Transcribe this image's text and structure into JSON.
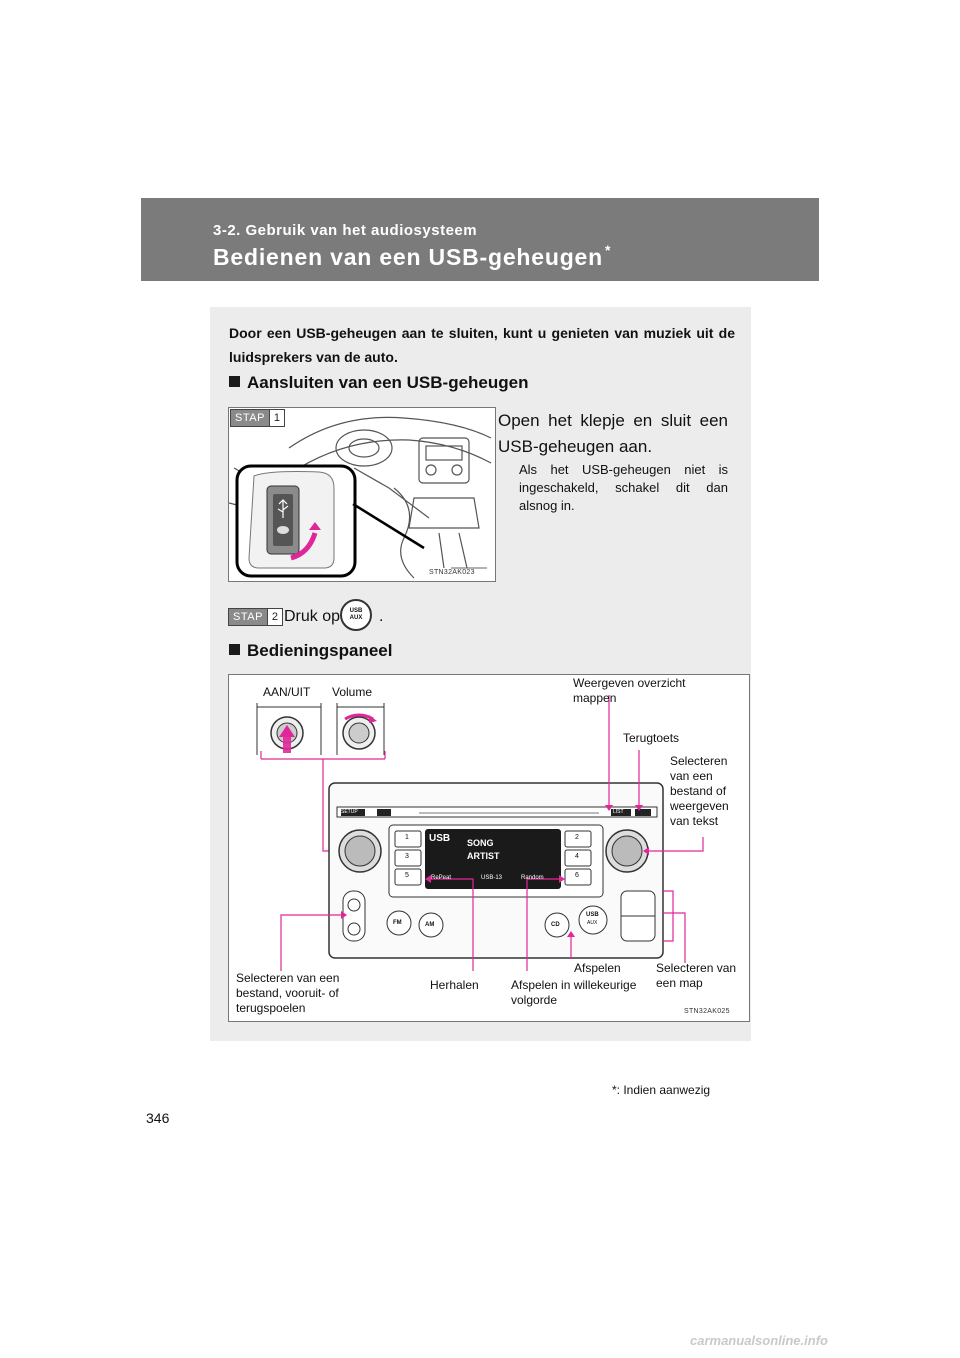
{
  "header": {
    "section": "3-2. Gebruik van het audiosysteem",
    "title": "Bedienen van een USB-geheugen",
    "title_mark": "*"
  },
  "intro": "Door een USB-geheugen aan te sluiten, kunt u genieten van muziek uit de luidsprekers van de auto.",
  "heading_connect": "Aansluiten van een USB-geheugen",
  "step1": {
    "badge": "STAP",
    "number": "1",
    "text": "Open het klepje en sluit een USB-geheugen aan.",
    "note": "Als het USB-geheugen niet is ingeschakeld, schakel dit dan alsnog in.",
    "figure_code": "STN32AK023"
  },
  "step2": {
    "badge": "STAP",
    "number": "2",
    "text": "Druk op",
    "after": ".",
    "button_line1": "USB",
    "button_line2": "AUX"
  },
  "heading_panel": "Bedieningspaneel",
  "panel": {
    "figure_code": "STN32AK025",
    "labels": {
      "on_off": "AAN/UIT",
      "volume": "Volume",
      "folder_list": "Weergeven overzicht mappen",
      "back": "Terugtoets",
      "select_file_text": "Selecteren van een bestand of weergeven van tekst",
      "select_file_ff": "Selecteren van een bestand, vooruit- of terugspoelen",
      "repeat": "Herhalen",
      "random": "Afspelen in willekeurige volgorde",
      "play": "Afspelen",
      "select_folder": "Selecteren van een map"
    },
    "buttons": {
      "setup": "SETUP",
      "list": "LIST",
      "fm": "FM",
      "am": "AM",
      "cd": "CD",
      "usb": "USB",
      "aux": "AUX",
      "presets": [
        "1",
        "2",
        "3",
        "4",
        "5",
        "6"
      ]
    },
    "display": {
      "source": "USB",
      "song": "SONG",
      "artist": "ARTIST",
      "repeat": "RePeat",
      "track": "USB-13",
      "random": "Random"
    }
  },
  "footnote": "*: Indien aanwezig",
  "page_number": "346",
  "watermark": "carmanualsonline.info",
  "colors": {
    "header_bg": "#7b7b7b",
    "content_bg": "#ececec",
    "callout": "#e0279a"
  }
}
